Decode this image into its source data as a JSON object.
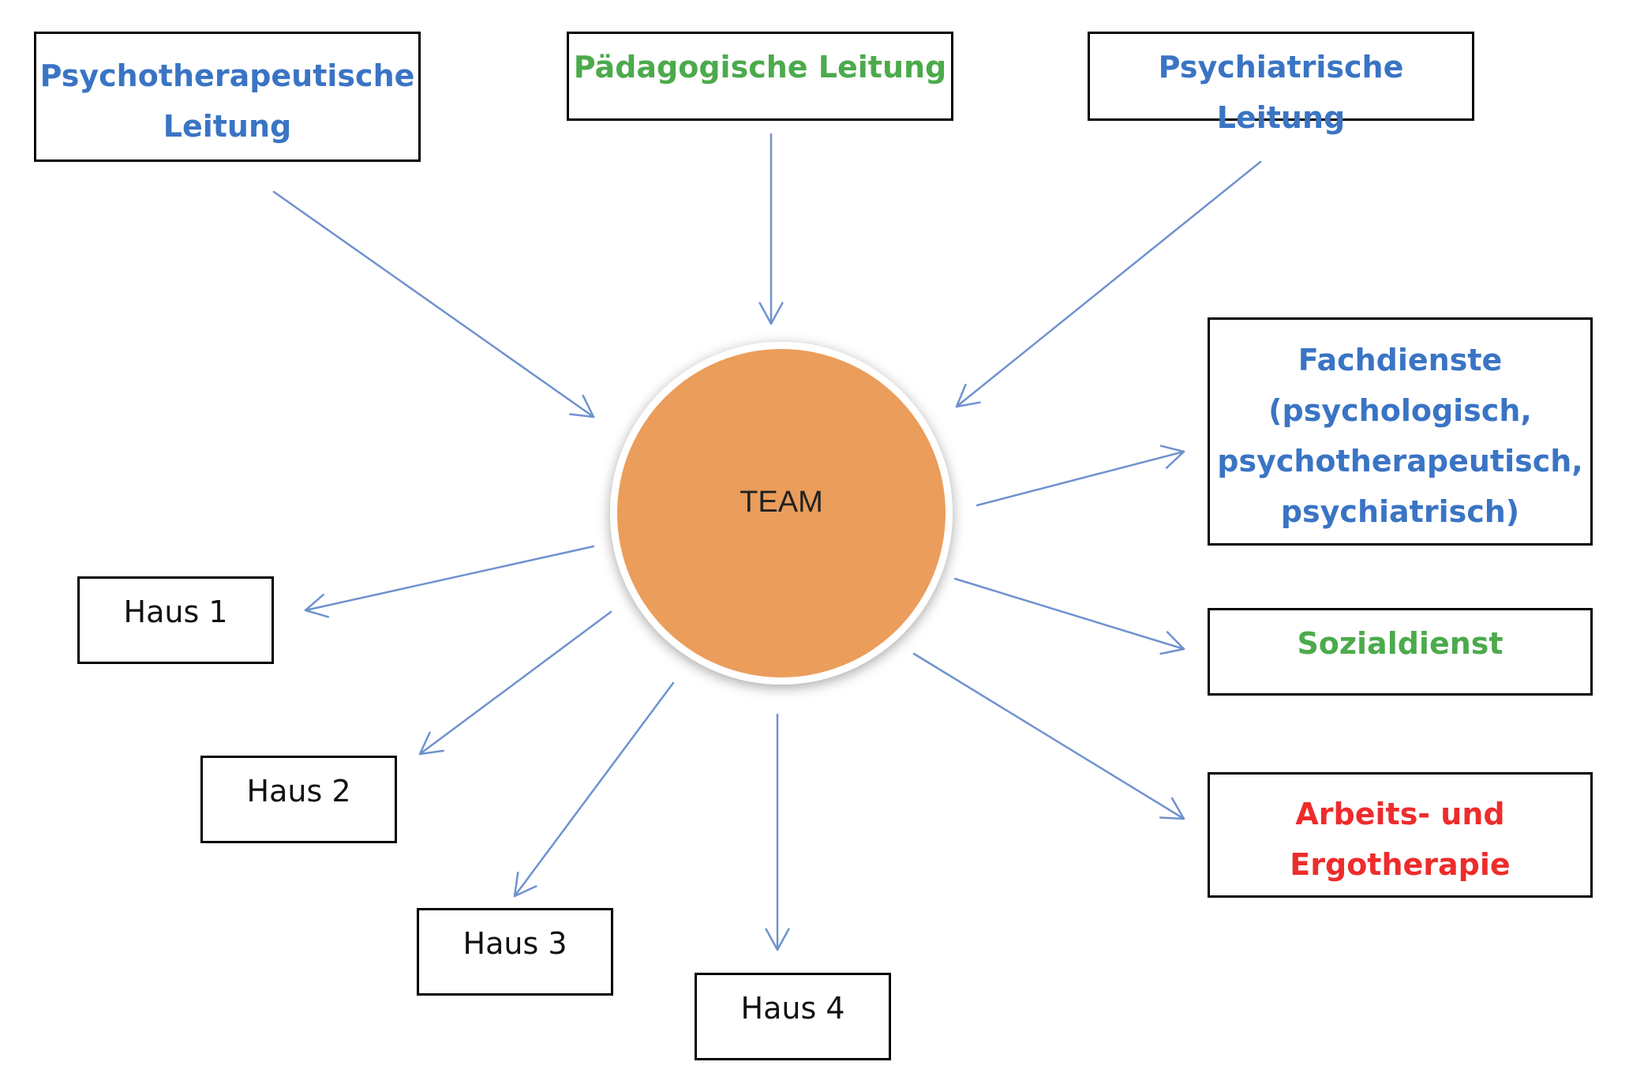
{
  "center": {
    "label": "TEAM",
    "fill": "#eb9d5b"
  },
  "leadership": {
    "psychotherapeutic": {
      "line1": "Psychotherapeutische",
      "line2": "Leitung"
    },
    "pedagogic": {
      "label": "Pädagogische Leitung"
    },
    "psychiatric": {
      "label": "Psychiatrische Leitung"
    }
  },
  "services": {
    "fachdienste": {
      "line1": "Fachdienste",
      "line2": "(psychologisch,",
      "line3": "psychotherapeutisch,",
      "line4": "psychiatrisch)"
    },
    "sozialdienst": {
      "label": "Sozialdienst"
    },
    "arbeitstherapie": {
      "line1": "Arbeits- und",
      "line2": "Ergotherapie"
    }
  },
  "houses": [
    {
      "label": "Haus 1"
    },
    {
      "label": "Haus 2"
    },
    {
      "label": "Haus 3"
    },
    {
      "label": "Haus 4"
    }
  ],
  "colors": {
    "blue": "#3a74c4",
    "green": "#4caa4c",
    "red": "#ee2c2c",
    "arrow": "#6f92cf"
  }
}
